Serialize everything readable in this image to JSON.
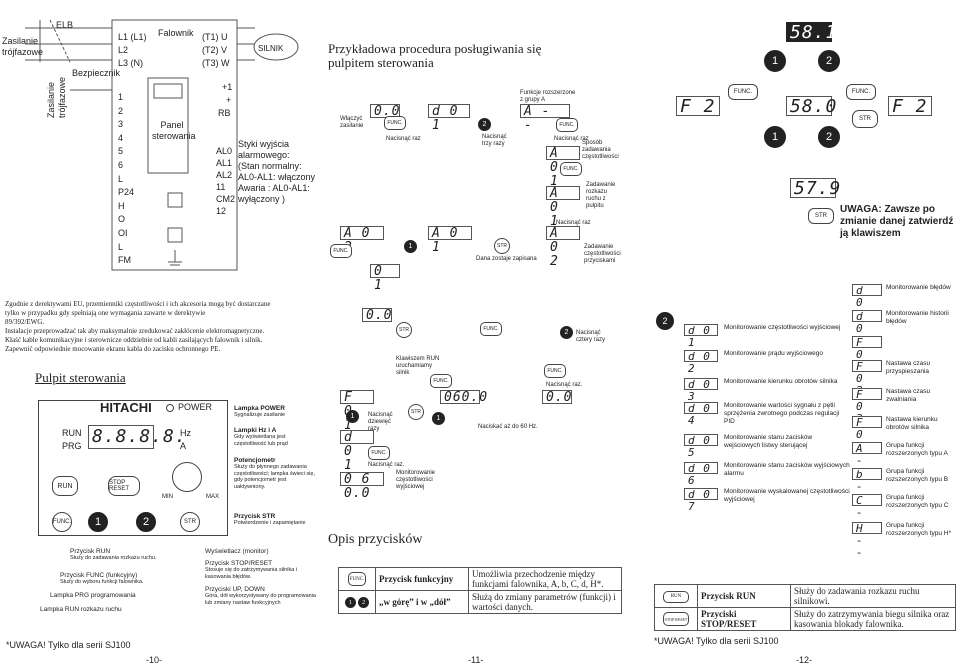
{
  "page1": {
    "wiring": {
      "supply_label": "Zasilanie trójfazowe",
      "supply_label2": "Zasilanie trójfazowe",
      "elb": "ELB",
      "inverter": "Falownik",
      "fuse": "Bezpiecznik",
      "l_in": [
        "L1  (L1)",
        "L2",
        "L3    (N)"
      ],
      "t_out": [
        "(T1)   U",
        "(T2)   V",
        "(T3)   W"
      ],
      "motor": "SILNIK",
      "panel": "Panel sterowania",
      "plus1": "+1",
      "plus": "+",
      "rb": "RB",
      "terminals": [
        "1",
        "2",
        "3",
        "4",
        "5",
        "6",
        "L",
        "P24",
        "H",
        "O",
        "OI",
        "L",
        "FM"
      ],
      "relay_terms": [
        "AL0",
        "AL1",
        "AL2",
        "11",
        "CM2",
        "12"
      ],
      "relay_desc": [
        "Styki wyjścia",
        "alarmowego:",
        "(Stan normalny:",
        "AL0-AL1: włączony",
        "Awaria : AL0-AL1:",
        "wyłączony )"
      ]
    },
    "notes": [
      "Zgodnie z derektywami EU, przemienniki częstotliwości i ich akcesoria mogą być dostarczane",
      "tylko w przypadku gdy spełniają one wymagania zawarte w derektywie",
      "89/392/EWG.",
      "Instalacje przeprowadzać tak aby maksymalnie zredukować zakłócenie elektromagnetyczne.",
      "Kłaść kable komunikacyjne i sterownicze oddzielnie od kabli zasilających falownik i silnik.",
      "Zapewnić odpowiednie mocowanie ekranu kabla do zacisku ochronnego PE."
    ],
    "panel_title": "Pulpit sterowania",
    "panel": {
      "brand": "HITACHI",
      "power": "POWER",
      "run": "RUN",
      "prg": "PRG",
      "hz": "Hz",
      "a": "A",
      "run_btn": "RUN",
      "stop_btn": "STOP RESET",
      "min": "MIN",
      "max": "MAX",
      "func": "FUNC.",
      "one": "1",
      "two": "2",
      "str": "STR",
      "display": "8.8.8.8."
    },
    "callouts_right": [
      {
        "title": "Lampka POWER",
        "desc": "Sygnalizuje zasilanie"
      },
      {
        "title": "Lampki Hz i A",
        "desc": "Gdy wyświetlana jest częstotliwość lub prąd"
      },
      {
        "title": "Potencjometr",
        "desc": "Służy do płynnego zadawania częstotliwości; lampka świeci się, gdy potencjometr jest uaktywniony."
      },
      {
        "title": "Przycisk STR",
        "desc": "Potwierdzenie i zapamiętanie"
      }
    ],
    "callouts_bottom": [
      {
        "title": "Przycisk RUN",
        "desc": "Służy do zadawania rozkazu ruchu."
      },
      {
        "title": "Przycisk FUNC (funkcyjny)",
        "desc": "Służy do wyboru funkcji falownika."
      },
      {
        "title": "Lampka PRG programowania",
        "desc": ""
      },
      {
        "title": "Lampka RUN rozkazu ruchu",
        "desc": ""
      },
      {
        "title": "Wyświetlacz (monitor)",
        "desc": ""
      },
      {
        "title": "Przycisk STOP/RESET",
        "desc": "Stosuje się do zatrzymywania silnika i kasowania błędów."
      },
      {
        "title": "Przyciski UP, DOWN",
        "desc": "Góra, dół wykorzystywany do programowania lub zmiany nastaw funkcyjnych"
      }
    ],
    "footnote": "*UWAGA! Tylko dla serii SJ100",
    "page_no": "-10-"
  },
  "page2": {
    "title": "Przykładowa procedura posługiwania się pulpitem sterowania",
    "power_on": "Włączyć zasilanie",
    "press_once": "Nacisnąć raz",
    "press_three": "Nacisnąć trzy razy",
    "ext_func": "Funkcje rozszerzone z grupy A",
    "press_once2": "Nacisnąć raz",
    "freq_method": "Sposób zadawania częstotliwości",
    "run_cmd": "Zadawanie rozkazu ruchu z pulpitu",
    "press_once3": "Nacisnąć raz",
    "freq_buttons": "Zadawanie częstotliwości przyciskami",
    "data_saved": "Dana zostaje zapisana",
    "displays": [
      "0.0",
      "d 0 1",
      "A - -",
      "A 0 1",
      "A 0 1",
      "A 0 2",
      "A 0 2",
      "A 0 1",
      "0 1"
    ],
    "press_four": "Nacisnąć cztery razy",
    "run_started": "Klawiszem RUN uruchamiamy silnik",
    "press_ten": "Nacisnąć dziewięć razy",
    "press_once4": "Nacisnąć raz.",
    "press_once5": "Nacisnąć raz.",
    "press_to_60": "Naciskać aż do 60 Hz.",
    "freq_monitor": "Monitorowanie częstotliwości wyjściowej",
    "displays2": [
      "0.0",
      "F 0 1",
      "d 0 1",
      "060.0",
      "0 6 0.0",
      "0.0"
    ],
    "opis_title": "Opis przycisków",
    "opis": [
      {
        "key": "Przycisk funkcyjny",
        "desc": "Umożliwia przechodzenie między funkcjami falownika, A, b, C, d, H*."
      },
      {
        "key": "„w górę” i w „dół”",
        "desc": "Służą do zmiany parametrów (funkcji) i wartości danych."
      }
    ],
    "page_no": "-11-"
  },
  "page3": {
    "top_displays": [
      "F 2",
      "58.1",
      "58.0",
      "F 2",
      "57.9"
    ],
    "warning": "UWAGA: Zawsze po zmianie danej zatwierdź ją klawiszem",
    "monitors": [
      {
        "code": "d 0 1",
        "label": "Monitorowanie częstotliwości wyjściowej"
      },
      {
        "code": "d 0 2",
        "label": "Monitorowanie prądu wyjściowego"
      },
      {
        "code": "d 0 3",
        "label": "Monitorowanie kierunku obrotów silnika"
      },
      {
        "code": "d 0 4",
        "label": "Monitorowanie wartości sygnału z pętli sprzężenia zwrotnego podczas regulacji PID"
      },
      {
        "code": "d 0 5",
        "label": "Monitorowanie stanu zacisków wejściowych listwy sterującej"
      },
      {
        "code": "d 0 6",
        "label": "Monitorowanie stanu zacisków wyjściowych alarmu"
      },
      {
        "code": "d 0 7",
        "label": "Monitorowanie wyskalowanej częstotliwości wyjściowej"
      }
    ],
    "right_list": [
      {
        "code": "d 0 8",
        "label": "Monitorowanie błędów"
      },
      {
        "code": "d 0 9",
        "label": "Monitorowanie historii błędów"
      },
      {
        "code": "F 0 1",
        "label": ""
      },
      {
        "code": "F 0 2",
        "label": "Nastawa czasu przyspieszania"
      },
      {
        "code": "F 0 3",
        "label": "Nastawa czasu zwalniania"
      },
      {
        "code": "F 0 4",
        "label": "Nastawa kierunku obrotów silnika"
      },
      {
        "code": "A - -",
        "label": "Grupa funkcji rozszerzonych typu A"
      },
      {
        "code": "b - -",
        "label": "Grupa funkcji rozszerzonych typu B"
      },
      {
        "code": "C - -",
        "label": "Grupa funkcji rozszerzonych typu C"
      },
      {
        "code": "H - -",
        "label": "Grupa funkcji rozszerzonych typu H*"
      }
    ],
    "table": [
      {
        "key": "Przycisk RUN",
        "desc": "Służy do zadawania rozkazu ruchu silnikowi."
      },
      {
        "key": "Przyciski STOP/RESET",
        "desc": "Służy do zatrzymywania biegu silnika oraz kasowania blokady falownika."
      }
    ],
    "btn_run": "RUN",
    "btn_stop": "STOP RESET",
    "footnote": "*UWAGA! Tylko dla serii SJ100",
    "page_no": "-12-"
  },
  "common": {
    "func": "FUNC.",
    "str": "STR",
    "one": "1",
    "two": "2"
  }
}
